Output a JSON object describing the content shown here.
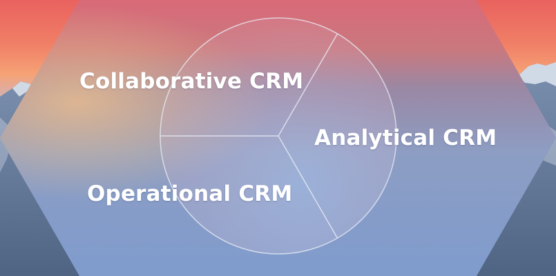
{
  "diagram": {
    "type": "three-segment circle in hexagon",
    "segments": [
      {
        "key": "collaborative",
        "label": "Collaborative CRM"
      },
      {
        "key": "analytical",
        "label": "Analytical CRM"
      },
      {
        "key": "operational",
        "label": "Operational CRM"
      }
    ]
  },
  "colors": {
    "sky_top": "#e9625f",
    "sky_glow": "#f6a276",
    "hex_top": "#d96a78",
    "hex_bottom": "#7f9ccd",
    "mountain": "#5f7596",
    "snow": "#dfe6f0",
    "divider": "#e9eef7",
    "label": "#ffffff"
  }
}
